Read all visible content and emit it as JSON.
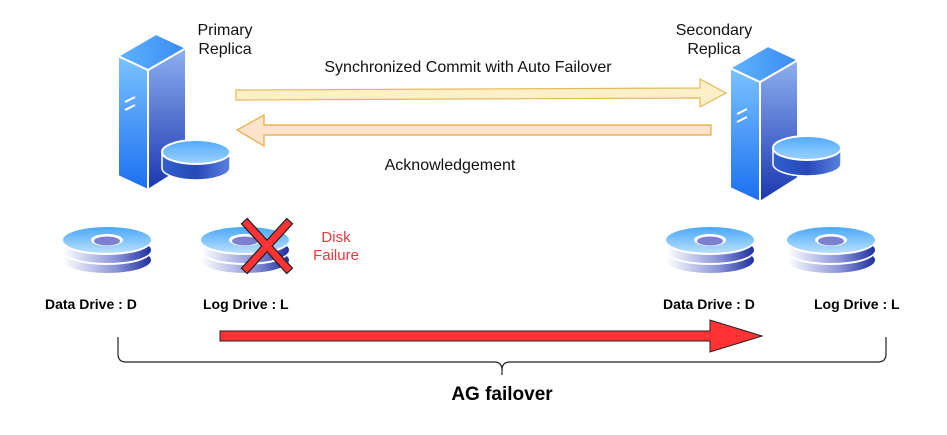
{
  "primary": {
    "title_line1": "Primary",
    "title_line2": "Replica"
  },
  "secondary": {
    "title_line1": "Secondary",
    "title_line2": "Replica"
  },
  "sync_label": "Synchronized Commit with Auto Failover",
  "ack_label": "Acknowledgement",
  "drives": {
    "primary_data": "Data Drive : D",
    "primary_log": "Log Drive : L",
    "secondary_data": "Data Drive : D",
    "secondary_log": "Log Drive : L"
  },
  "failure": {
    "line1": "Disk",
    "line2": "Failure",
    "color": "#e83a3a"
  },
  "failover_label": "AG failover",
  "colors": {
    "sync_arrow_fill": "#fdefc7",
    "sync_arrow_stroke": "#e4b95a",
    "ack_arrow_fill": "#fde3cc",
    "ack_arrow_stroke": "#e6a93c",
    "failover_arrow": "#ff3333",
    "server_blue": "#2f7fe8"
  }
}
